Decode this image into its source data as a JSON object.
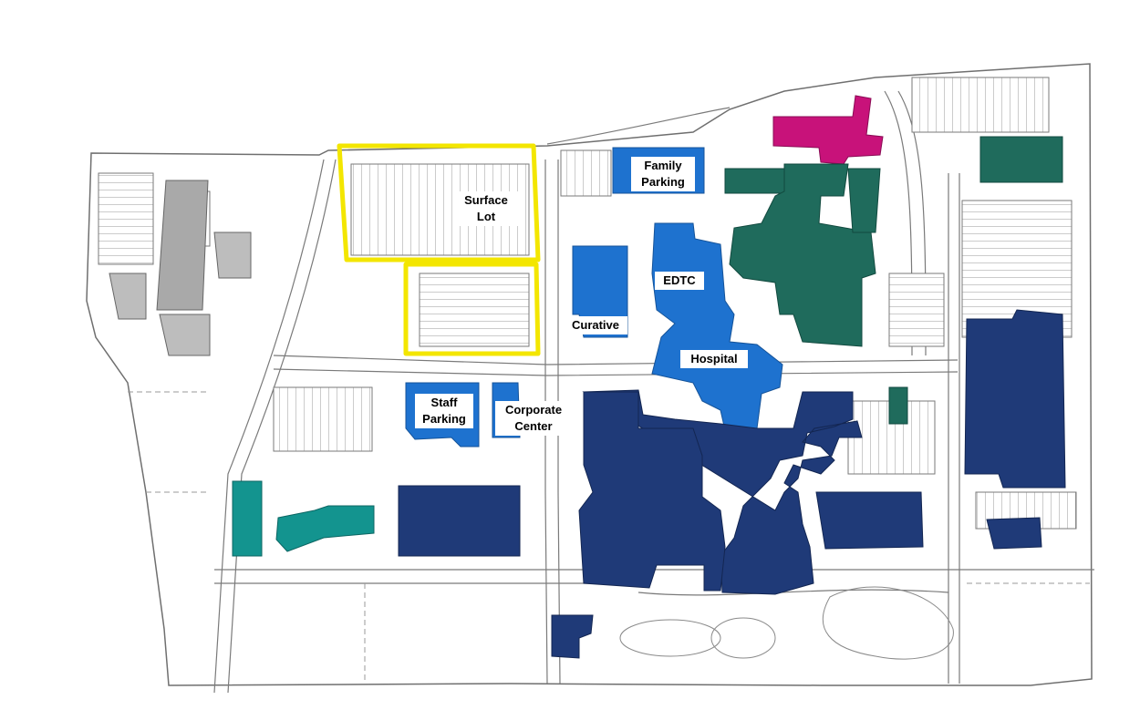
{
  "map": {
    "labels": {
      "surface_lot": "Surface\nLot",
      "family_parking": "Family\nParking",
      "edtc": "EDTC",
      "curative": "Curative",
      "hospital": "Hospital",
      "staff_parking": "Staff\nParking",
      "corporate_center": "Corporate\nCenter"
    },
    "colors": {
      "highlight_yellow": "#f3e600",
      "hospital_blue": "#1e72cf",
      "navy": "#1f3a78",
      "green": "#1f6b5c",
      "teal": "#13948f",
      "magenta": "#c8127a",
      "gray_building": "#a9a9a9",
      "outline": "#6f6f6f"
    },
    "icons": {
      "parking_stalls": "parking-lot-icon",
      "road_outline": "road-icon",
      "pond": "pond-icon"
    }
  }
}
